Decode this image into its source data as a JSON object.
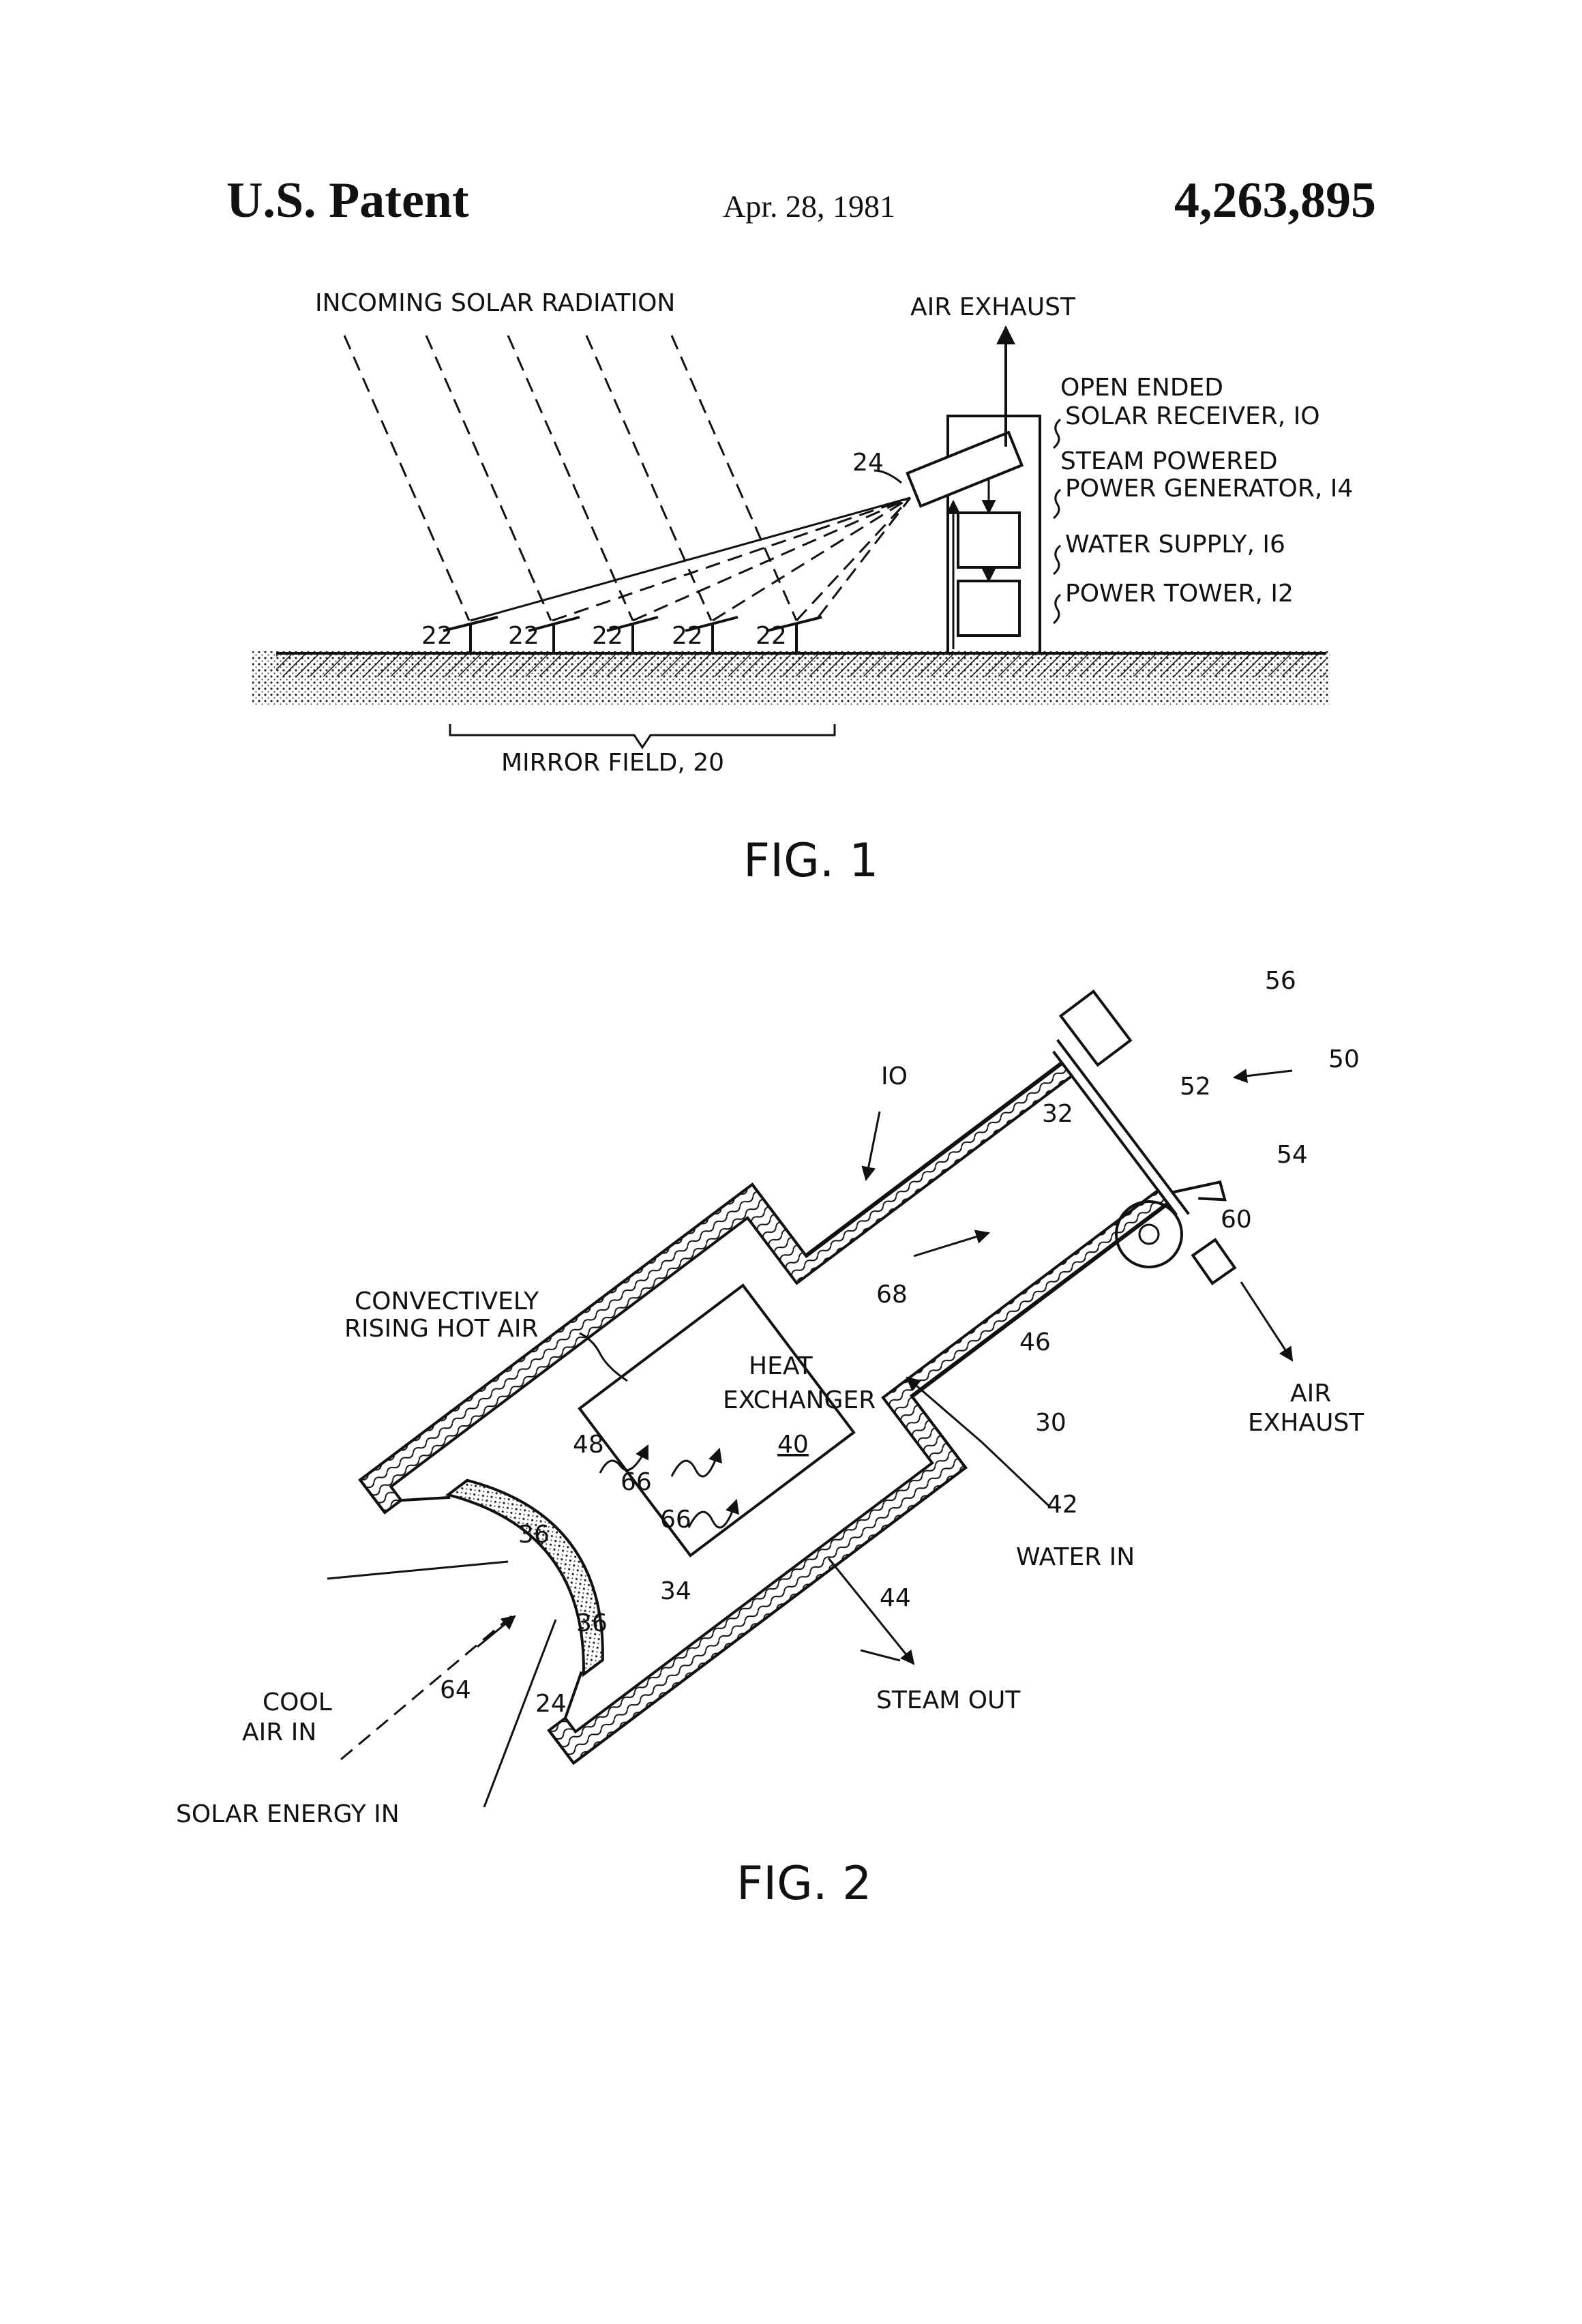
{
  "header": {
    "left": "U.S. Patent",
    "date": "Apr. 28, 1981",
    "number": "4,263,895"
  },
  "fig1": {
    "caption": "FIG. 1",
    "labels": {
      "incoming": "INCOMING  SOLAR  RADIATION",
      "air_exhaust": "AIR  EXHAUST",
      "open_ended": "OPEN ENDED",
      "solar_receiver": "SOLAR  RECEIVER, IO",
      "steam_powered": "STEAM  POWERED",
      "power_generator": "POWER  GENERATOR, I4",
      "water_supply": "WATER  SUPPLY, I6",
      "power_tower": "POWER  TOWER, I2",
      "mirror_field": "MIRROR  FIELD,  20",
      "ref_24": "24",
      "ref_22": "22"
    }
  },
  "fig2": {
    "caption": "FIG. 2",
    "labels": {
      "convectively": "CONVECTIVELY",
      "rising": "RISING  HOT  AIR",
      "heat": "HEAT",
      "exchanger": "EXCHANGER",
      "ref_40": "40",
      "water_in": "WATER  IN",
      "steam_out": "STEAM  OUT",
      "air": "AIR",
      "exhaust": "EXHAUST",
      "cool": "COOL",
      "air_in": "AIR  IN",
      "solar_energy_in": "SOLAR  ENERGY  IN",
      "r10": "IO",
      "r30": "30",
      "r32": "32",
      "r34": "34",
      "r36a": "36",
      "r36b": "36",
      "r42": "42",
      "r44": "44",
      "r46": "46",
      "r48": "48",
      "r50": "50",
      "r52": "52",
      "r54": "54",
      "r56": "56",
      "r60": "60",
      "r64": "64",
      "r66a": "66",
      "r66b": "66",
      "r68": "68",
      "r24": "24"
    }
  }
}
